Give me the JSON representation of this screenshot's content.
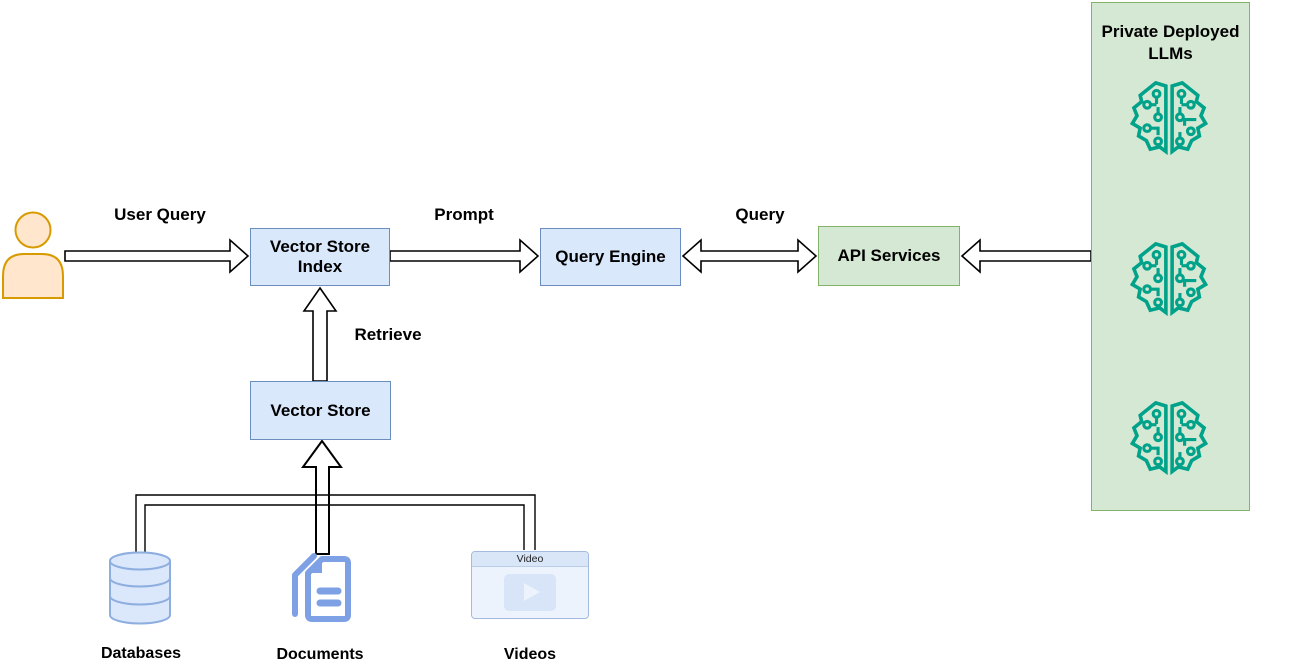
{
  "diagram": {
    "background": "#FFFFFF",
    "actor": {
      "icon": "user-icon"
    },
    "nodes": {
      "vector_store_index": {
        "label": "Vector Store Index",
        "fill": "#DAE8FC",
        "stroke": "#6C8EBF"
      },
      "query_engine": {
        "label": "Query Engine",
        "fill": "#DAE8FC",
        "stroke": "#6C8EBF"
      },
      "api_services": {
        "label": "API Services",
        "fill": "#D5E8D4",
        "stroke": "#82B366"
      },
      "vector_store": {
        "label": "Vector Store",
        "fill": "#DAE8FC",
        "stroke": "#6C8EBF"
      }
    },
    "llm_panel": {
      "title": "Private Deployed LLMs",
      "fill": "#D5E8D4",
      "stroke": "#82B366",
      "icon": "brain-circuit-icon",
      "icon_count": 3,
      "icon_color": "#00A28A"
    },
    "edges": {
      "user_query": {
        "label": "User Query",
        "from": "user",
        "to": "vector_store_index",
        "direction": "right"
      },
      "prompt": {
        "label": "Prompt",
        "from": "vector_store_index",
        "to": "query_engine",
        "direction": "right"
      },
      "query": {
        "label": "Query",
        "from": "query_engine",
        "to": "api_services",
        "direction": "both"
      },
      "llm_to_api": {
        "label": "",
        "from": "llm_panel",
        "to": "api_services",
        "direction": "left"
      },
      "retrieve": {
        "label": "Retrieve",
        "from": "vector_store",
        "to": "vector_store_index",
        "direction": "up"
      },
      "sources_to_store": {
        "label": "",
        "from": "sources",
        "to": "vector_store",
        "direction": "up"
      }
    },
    "sources": {
      "databases": {
        "label": "Databases",
        "icon": "database-icon"
      },
      "documents": {
        "label": "Documents",
        "icon": "document-icon"
      },
      "videos": {
        "label": "Videos",
        "icon": "video-player-icon",
        "player_title": "Video"
      }
    },
    "colors": {
      "arrow_stroke": "#000000",
      "person_fill": "#FFE6CC",
      "person_stroke": "#D79B00",
      "source_icon_blue": "#7DA1E4",
      "cylinder_fill": "#DBE8FB",
      "cylinder_stroke": "#8FAEE0"
    }
  }
}
